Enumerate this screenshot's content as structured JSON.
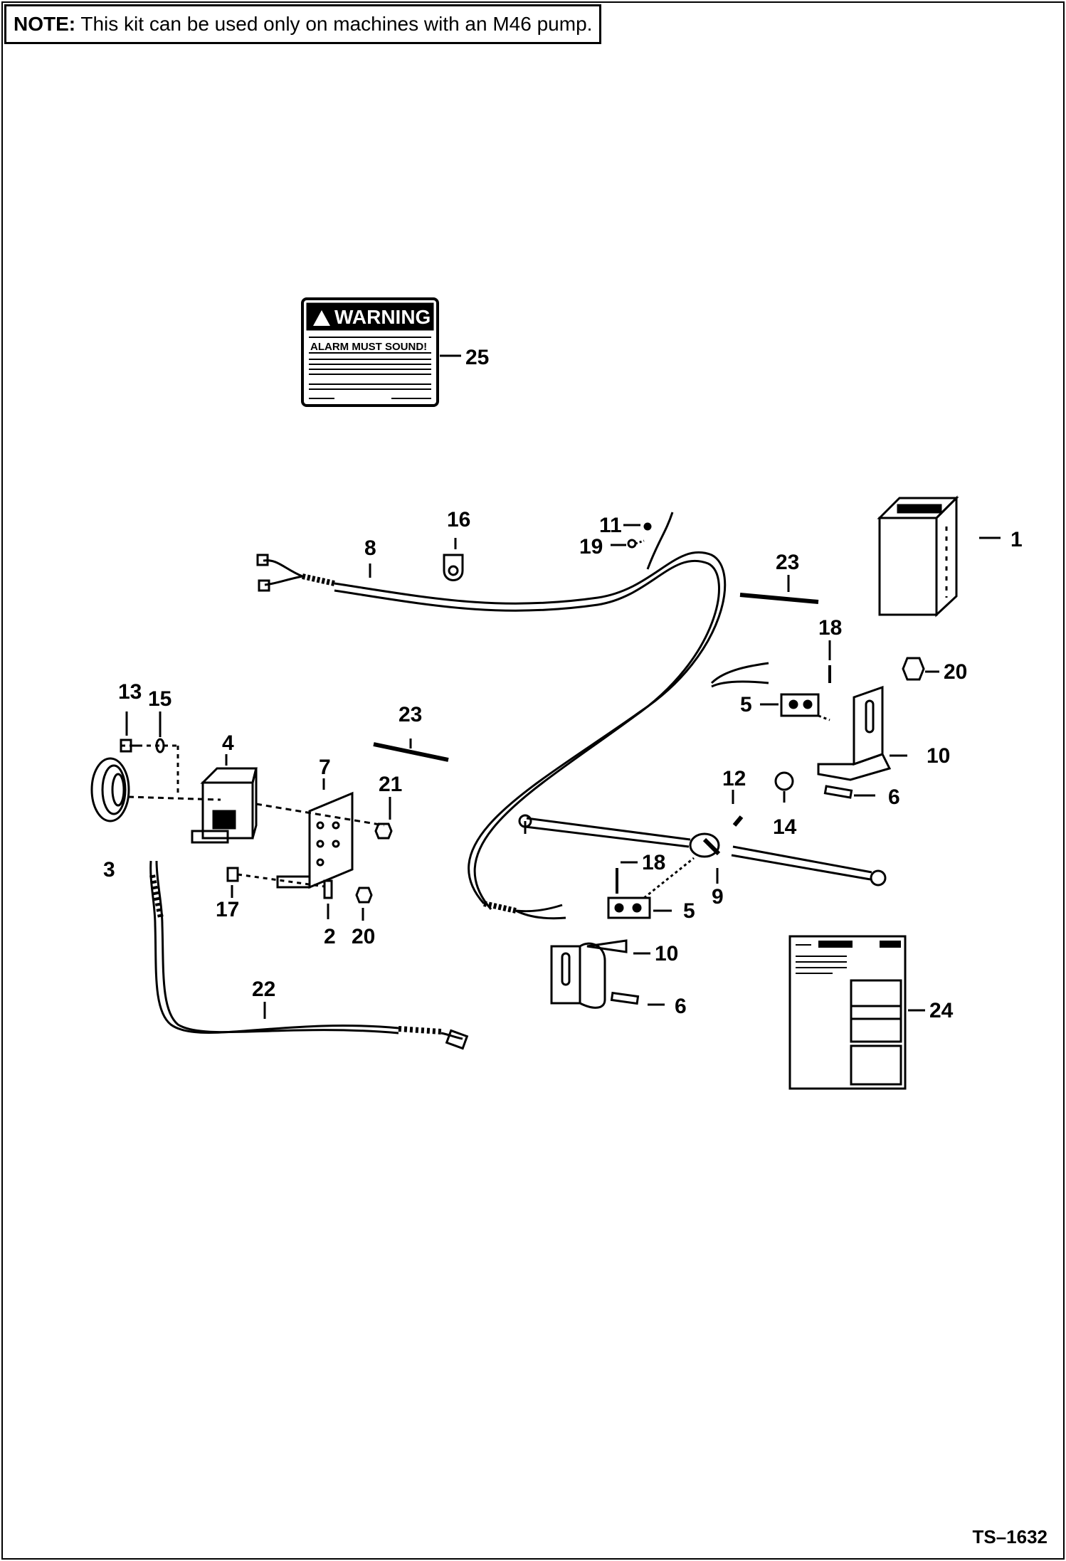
{
  "note": {
    "prefix": "NOTE:",
    "text": " This kit can be used only on machines with an M46 pump."
  },
  "decal": {
    "title": "WARNING",
    "heading": "ALARM MUST SOUND!"
  },
  "labels": {
    "l1": "1",
    "l2": "2",
    "l3": "3",
    "l4": "4",
    "l5a": "5",
    "l5b": "5",
    "l6a": "6",
    "l6b": "6",
    "l7": "7",
    "l8": "8",
    "l9": "9",
    "l10a": "10",
    "l10b": "10",
    "l11": "11",
    "l12": "12",
    "l13": "13",
    "l14": "14",
    "l15": "15",
    "l16": "16",
    "l17": "17",
    "l18a": "18",
    "l18b": "18",
    "l19": "19",
    "l20a": "20",
    "l20b": "20",
    "l21": "21",
    "l22": "22",
    "l23a": "23",
    "l23b": "23",
    "l24": "24",
    "l25": "25"
  },
  "figure_code": "TS–1632"
}
